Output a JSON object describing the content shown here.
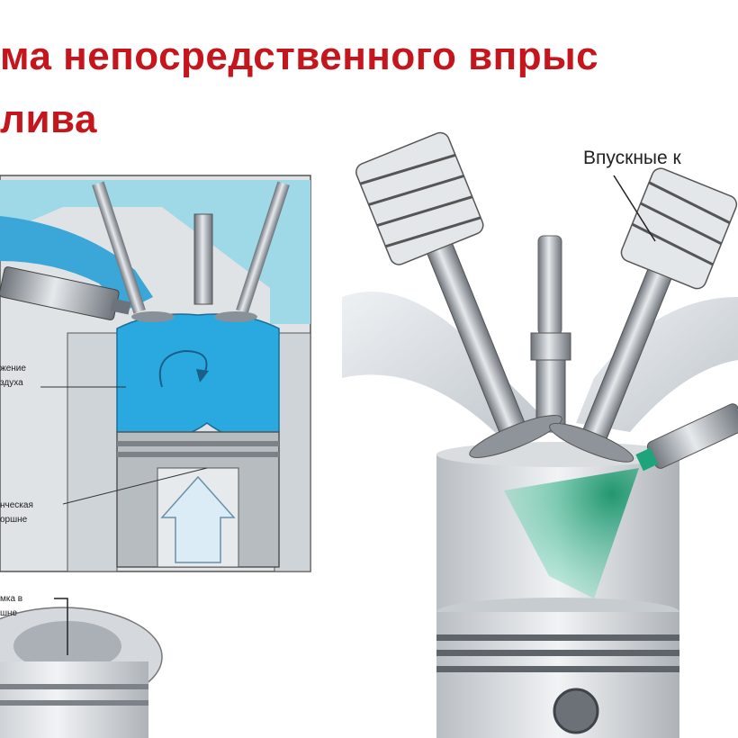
{
  "title": {
    "line1": "ма непосредственного впрыс",
    "line2": "лива"
  },
  "labels": {
    "intake_valves": "Впускные к",
    "callout_1a": "жение",
    "callout_1b": "здуха",
    "callout_2a": "нческая",
    "callout_2b": "оршне",
    "callout_3a": "мка в",
    "callout_3b": "шне"
  },
  "colors": {
    "title": "#c4161c",
    "water_jacket": "#8fd3e3",
    "chamber": "#2aa8e0",
    "intake_port": "#3aa7d8",
    "fuel_spray": "#1fa37a",
    "metal": "#9aa0a6"
  }
}
